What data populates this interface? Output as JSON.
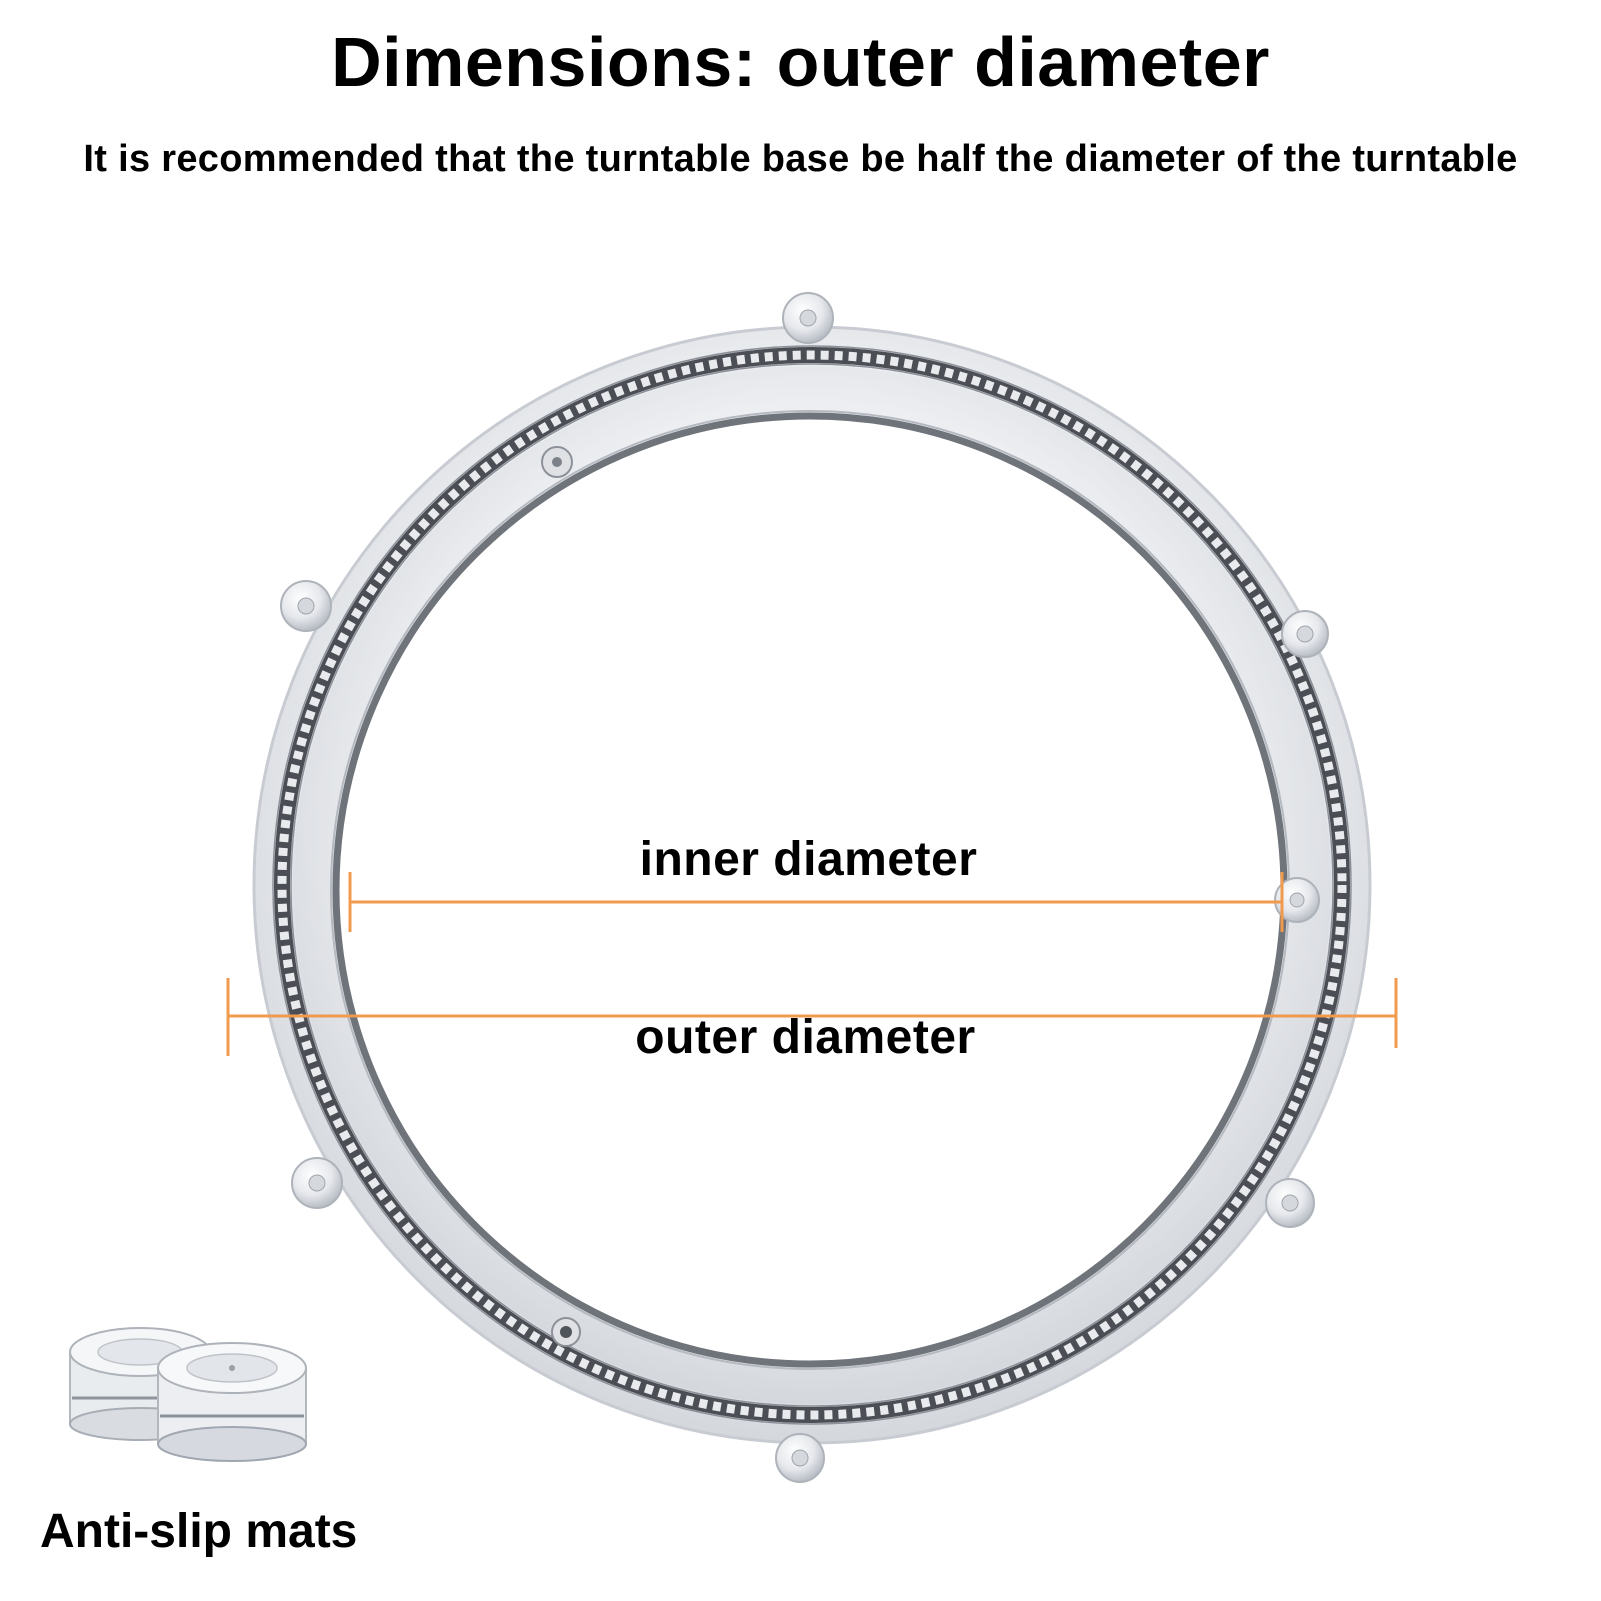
{
  "title": "Dimensions: outer diameter",
  "subtitle": "It is recommended that the turntable base be half the diameter of the turntable",
  "labels": {
    "inner": "inner diameter",
    "outer": "outer diameter",
    "mats": "Anti-slip mats"
  },
  "icons": {
    "turntable": "turntable-ring-icon",
    "mats": "anti-slip-pads-icon"
  },
  "colors": {
    "dimension_line": "#ef9a4c",
    "ring_metal": "#e2e3e6",
    "ring_edge": "#9aa0a8"
  }
}
